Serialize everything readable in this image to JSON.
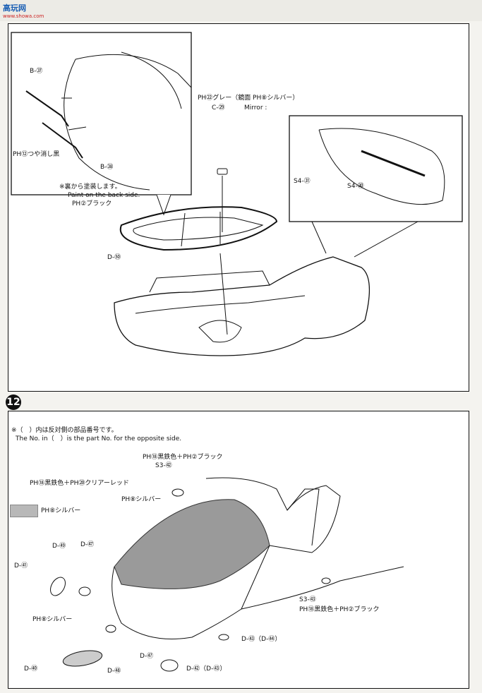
{
  "watermark": {
    "brand": "高玩网",
    "url": "www.showa.com"
  },
  "step12": {
    "number": "12"
  },
  "top_panel": {
    "inset_left": {
      "b37": "B-㊲",
      "b38": "B-㊳",
      "ph12": "PH⑫つや消し黒"
    },
    "paint_c29": "PH㉒グレー（鏡面 PH⑧シルバー）",
    "c29": "C-㉙",
    "mirror": "Mirror :",
    "backside_jp": "※裏から塗装します。",
    "backside_en": "Paint on the back side.",
    "ph2": "PH②ブラック",
    "d50": "D-㊿",
    "s4_71": "S4-㉛",
    "s4_70": "S4-㉚"
  },
  "bottom_panel": {
    "note_jp": "※（　）内は反対側の部品番号です。",
    "note_en": "The No. in（　）is the part No. for the opposite side.",
    "legend_label": "PH⑧シルバー",
    "paint_s67": "PH⑱黒鉄色＋PH②ブラック",
    "s3_67": "S3-㊷",
    "paint_clear_red": "PH⑱黒鉄色＋PH⑳クリアーレッド",
    "ph8_a": "PH⑧シルバー",
    "d59": "D-㊾",
    "d57": "D-㊼",
    "d61": "D-㊶",
    "ph8_b": "PH⑧シルバー",
    "d60": "D-㊵",
    "d58": "D-㊽",
    "d57b": "D-㊼",
    "d72": "D-㊷（D-㊸）",
    "d53": "D-㊸（D-㊹）",
    "s3_68": "S3-㊸",
    "paint_s68": "PH⑱黒鉄色＋PH②ブラック"
  }
}
